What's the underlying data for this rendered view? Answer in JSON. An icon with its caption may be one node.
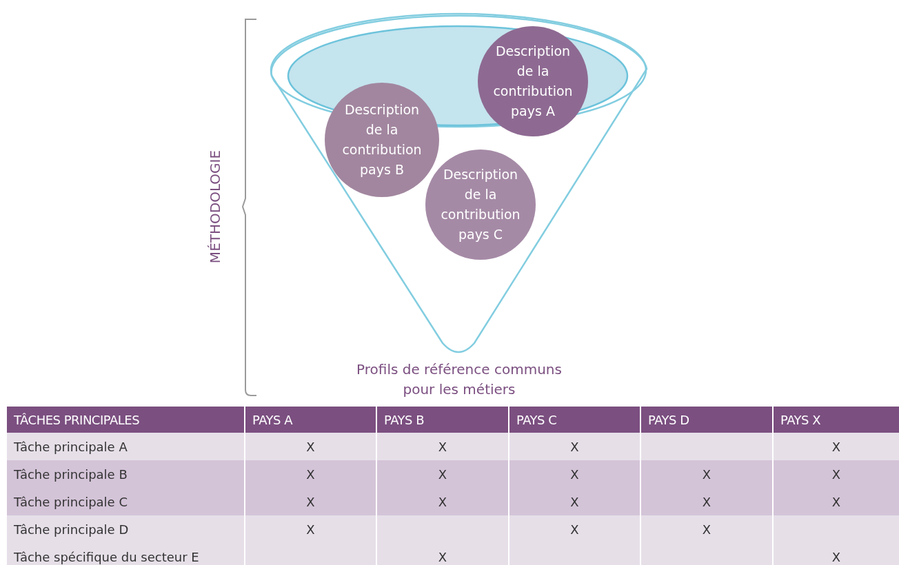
{
  "diagram": {
    "nodes": [
      {
        "text": [
          "Profils de référence communs pour les métiers"
        ]
      },
      {
        "text": [
          "Description de la contribution pays A"
        ],
        "in": 0
      },
      {
        "text": [
          "Description de la contribution pays B"
        ],
        "in": 0
      },
      {
        "text": [
          "Description de la contribution pays C"
        ],
        "in": 0
      }
    ],
    "edges": [],
    "labels": [
      "MÉTHODOLOGIE",
      "TÂCHES PRINCIPALES",
      "PAYS A",
      "PAYS B",
      "PAYS C",
      "PAYS D",
      "PAYS X",
      "Tâche principale A",
      "X",
      "X",
      "X",
      "X",
      "Tâche principale B",
      "X",
      "X",
      "X",
      "X",
      "X",
      "Tâche principale C",
      "X",
      "X",
      "X",
      "X",
      "X",
      "Tâche principale D",
      "X",
      "X",
      "X",
      "Tâche spécifique du secteur E",
      "X",
      "X"
    ]
  }
}
